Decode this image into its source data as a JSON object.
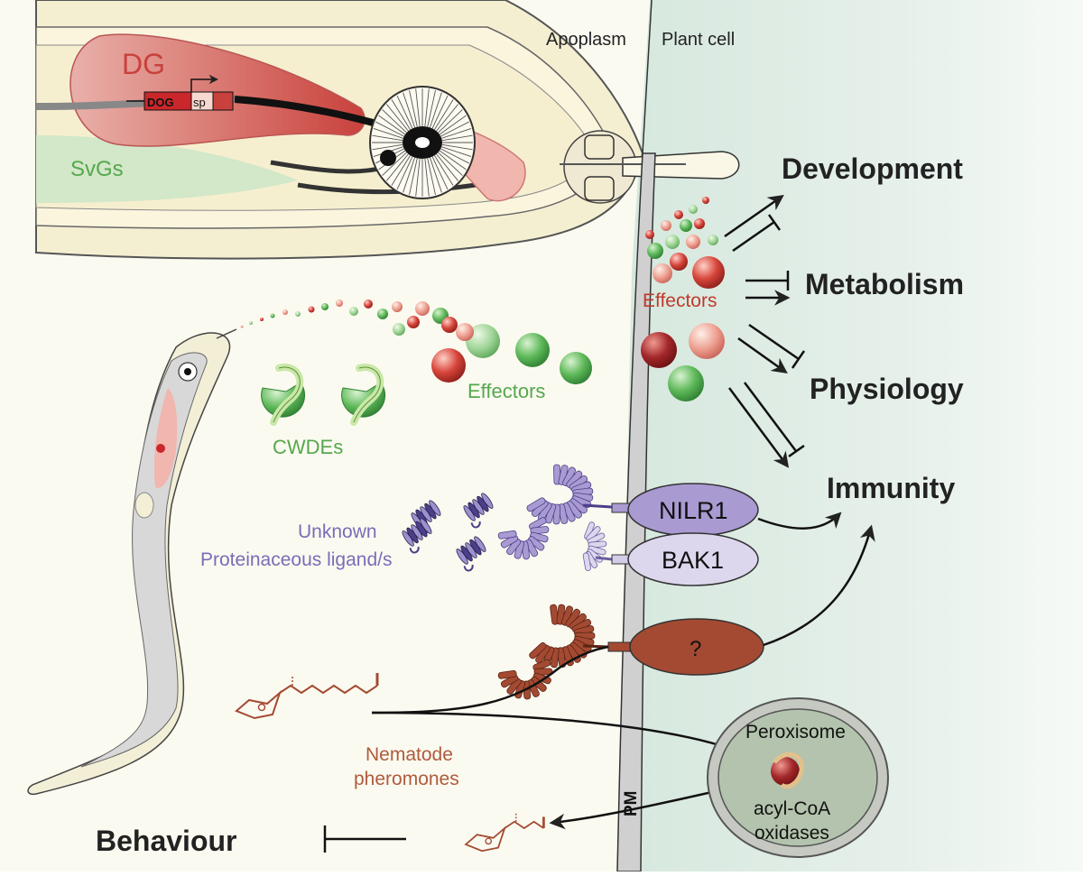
{
  "labels": {
    "dg": "DG",
    "dog": "DOG",
    "sp": "sp",
    "svgs": "SvGs",
    "apoplasm": "Apoplasm",
    "plant_cell": "Plant cell",
    "effectors_left": "Effectors",
    "effectors_right": "Effectors",
    "cwdes": "CWDEs",
    "unknown": "Unknown",
    "ligands": "Proteinaceous ligand/s",
    "nilr1": "NILR1",
    "bak1": "BAK1",
    "question": "?",
    "pheromones_1": "Nematode",
    "pheromones_2": "pheromones",
    "pm": "PM",
    "peroxisome": "Peroxisome",
    "acyl_1": "acyl-CoA",
    "acyl_2": "oxidases",
    "development": "Development",
    "metabolism": "Metabolism",
    "physiology": "Physiology",
    "immunity": "Immunity",
    "behaviour": "Behaviour"
  },
  "colors": {
    "apoplasm_bg": "#fbfaf0",
    "plant_bg": "#e3eee8",
    "dg_red": "#c9413c",
    "effector_green": "#4aa84a",
    "effector_red": "#c0322e",
    "ligand_purple": "#7b6cb8",
    "receptor_purple": "#a99ad2",
    "pheromone_brown": "#a44a32",
    "label_green": "#55a84d",
    "label_red": "#c0392b",
    "label_purple": "#7b6cb8",
    "label_brown": "#b05a3c"
  }
}
